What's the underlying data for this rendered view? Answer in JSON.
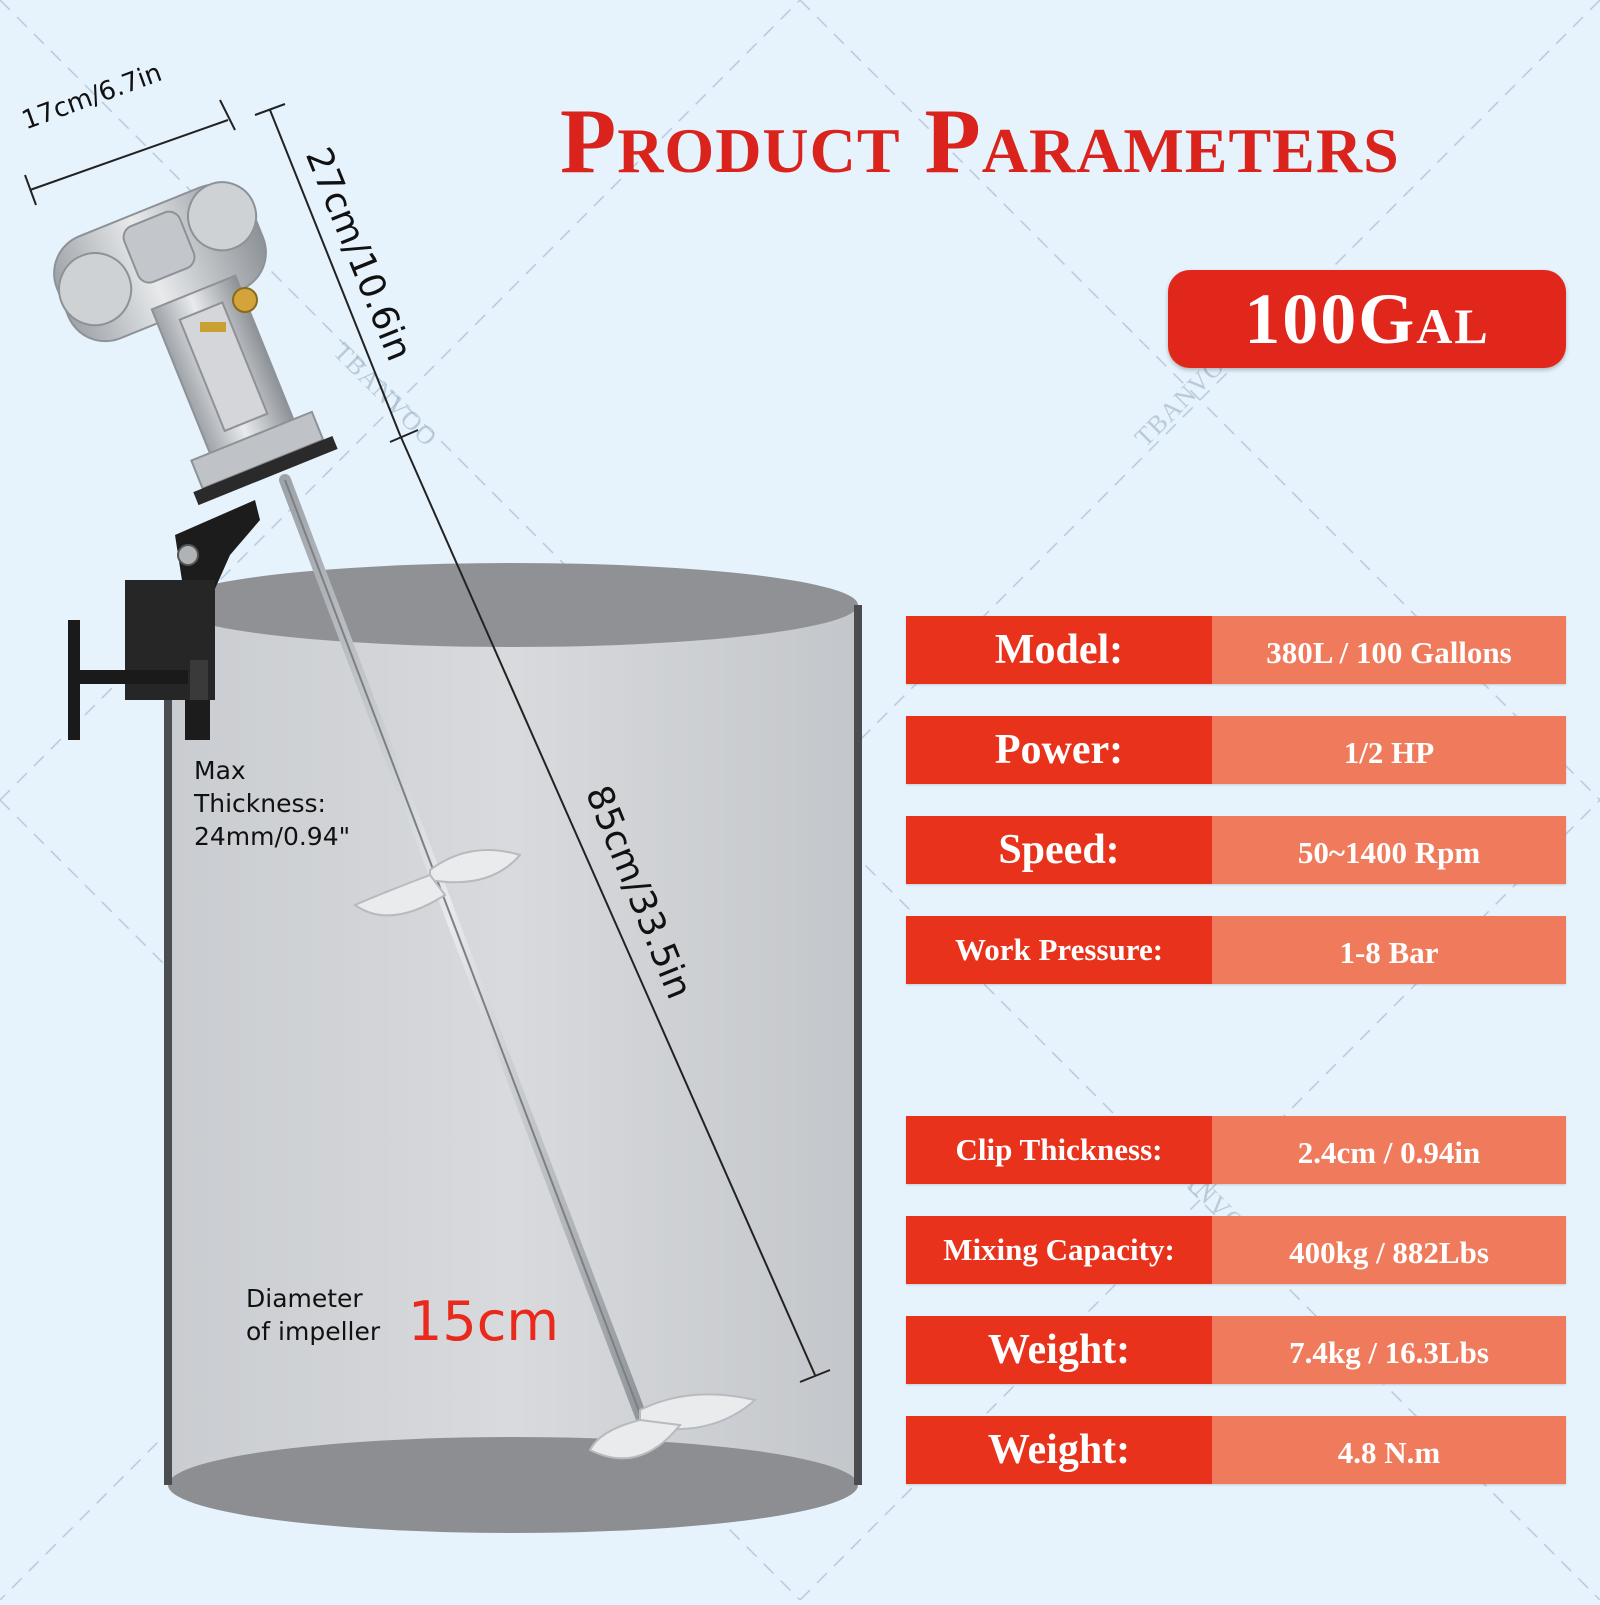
{
  "title": "Product Parameters",
  "badge": "100Gal",
  "watermark": "TBANVOO",
  "dimensions": {
    "head_width": "17cm/6.7in",
    "head_height": "27cm/10.6in",
    "shaft_length": "85cm/33.5in"
  },
  "notes": {
    "max_thickness_line1": "Max",
    "max_thickness_line2": "Thickness:",
    "max_thickness_line3": "24mm/0.94\"",
    "impeller_line1": "Diameter",
    "impeller_line2": "of impeller",
    "impeller_size": "15cm"
  },
  "params": [
    {
      "label": "Model:",
      "value": "380L / 100 Gallons"
    },
    {
      "label": "Power:",
      "value": "1/2 HP"
    },
    {
      "label": "Speed:",
      "value": "50~1400 Rpm"
    },
    {
      "label": "Work Pressure:",
      "value": "1-8 Bar"
    },
    {
      "label": "Clip Thickness:",
      "value": "2.4cm / 0.94in"
    },
    {
      "label": "Mixing Capacity:",
      "value": "400kg / 882Lbs"
    },
    {
      "label": "Weight:",
      "value": "7.4kg / 16.3Lbs"
    },
    {
      "label": "Weight:",
      "value": "4.8 N.m"
    }
  ],
  "colors": {
    "title_red": "#d9231c",
    "label_bg": "#e8321c",
    "value_bg": "#f07b5c",
    "background": "#e6f2fc"
  }
}
